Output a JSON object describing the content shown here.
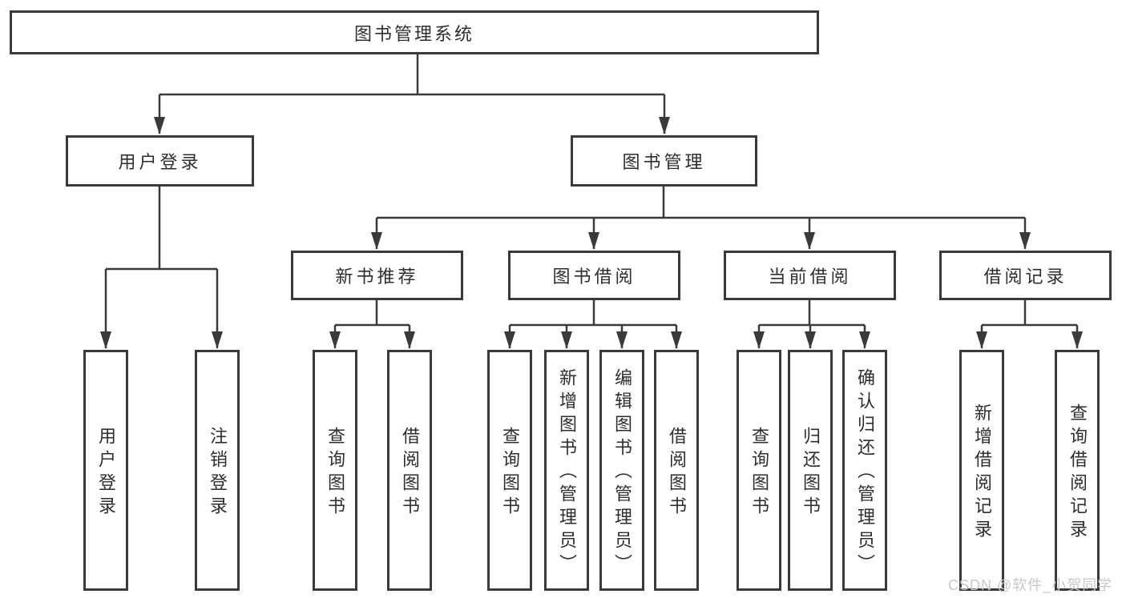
{
  "tree": {
    "root": "图书管理系统",
    "login": {
      "label": "用户登录",
      "children": [
        "用户登录",
        "注销登录"
      ]
    },
    "mgmt": {
      "label": "图书管理",
      "sections": [
        {
          "label": "新书推荐",
          "children": [
            "查询图书",
            "借阅图书"
          ]
        },
        {
          "label": "图书借阅",
          "children": [
            "查询图书",
            "新增图书（管理员）",
            "编辑图书（管理员）",
            "借阅图书"
          ]
        },
        {
          "label": "当前借阅",
          "children": [
            "查询图书",
            "归还图书",
            "确认归还（管理员）"
          ]
        },
        {
          "label": "借阅记录",
          "children": [
            "新增借阅记录",
            "查询借阅记录"
          ]
        }
      ]
    }
  },
  "watermark": "CSDN @软件_小贺同学",
  "colors": {
    "line": "#3a3a3a",
    "text": "#2e2e2e",
    "box_background": "#ffffff",
    "watermark": "#c8c8c8"
  }
}
